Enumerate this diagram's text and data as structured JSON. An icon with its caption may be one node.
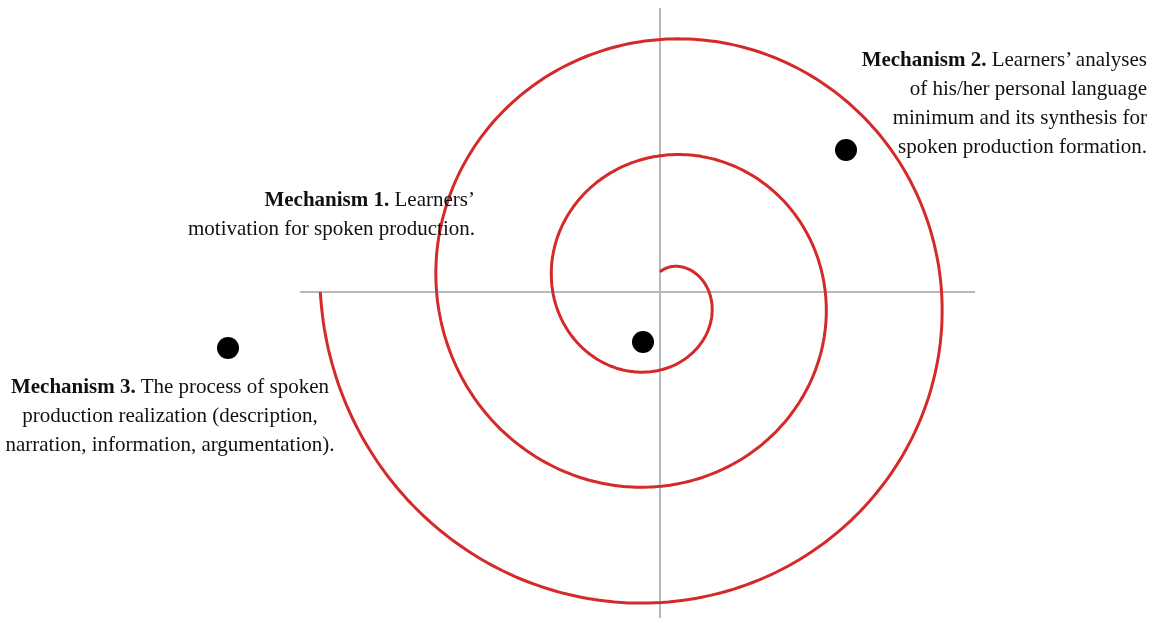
{
  "diagram": {
    "labels": [
      "**Mechanism 2.** Learners’ analyses of his/her personal language minimum and its synthesis for spoken production formation.",
      "**Mechanism 1.** Learners’ motivation for spoken production.",
      "**Mechanism 3.** The process of spoken production realization (description, narration, information, argumentation)."
    ]
  }
}
